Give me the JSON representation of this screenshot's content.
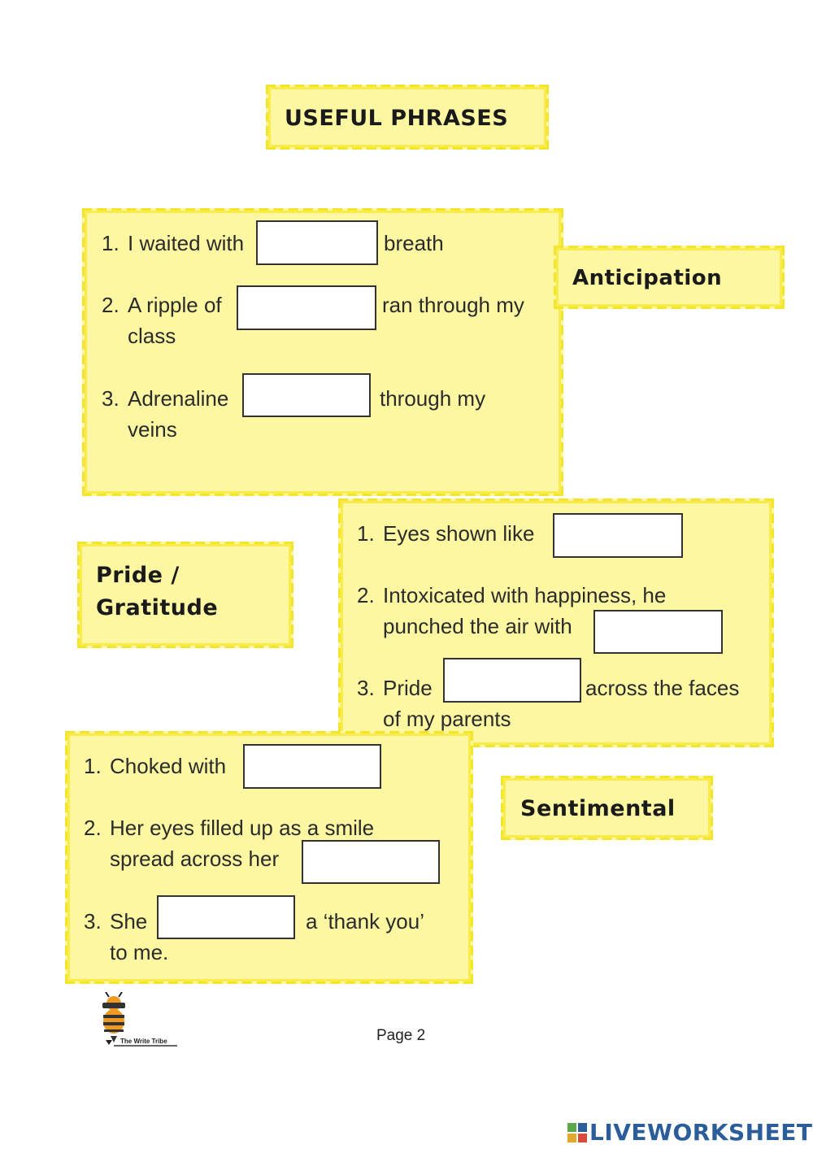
{
  "title": "USEFUL PHRASES",
  "sections": {
    "anticipation": {
      "label": "Anticipation",
      "items": [
        {
          "num": "1.",
          "before": "I waited with",
          "after": "breath"
        },
        {
          "num": "2.",
          "before": "A ripple of",
          "after": "ran through my",
          "cont": "class"
        },
        {
          "num": "3.",
          "before": "Adrenaline",
          "after": "through my",
          "cont": "veins"
        }
      ]
    },
    "pride": {
      "label_line1": "Pride /",
      "label_line2": "Gratitude",
      "items": [
        {
          "num": "1.",
          "before": "Eyes shown like"
        },
        {
          "num": "2.",
          "before": "Intoxicated with happiness, he",
          "cont": "punched the air with"
        },
        {
          "num": "3.",
          "before": "Pride",
          "after": "across the faces",
          "cont": "of my parents"
        }
      ]
    },
    "sentimental": {
      "label": "Sentimental",
      "items": [
        {
          "num": "1.",
          "before": "Choked with"
        },
        {
          "num": "2.",
          "before": "Her eyes filled up as a smile",
          "cont": "spread across her"
        },
        {
          "num": "3.",
          "before": "She",
          "after": "a ‘thank you’",
          "cont": "to me."
        }
      ]
    }
  },
  "footer": {
    "logo_text": "The Write Tribe",
    "page": "Page 2",
    "brand": "LIVEWORKSHEETS"
  },
  "colors": {
    "box_fill": "#fdf7a2",
    "box_border": "#f3e52a",
    "brand_blue": "#2a5d9a"
  }
}
